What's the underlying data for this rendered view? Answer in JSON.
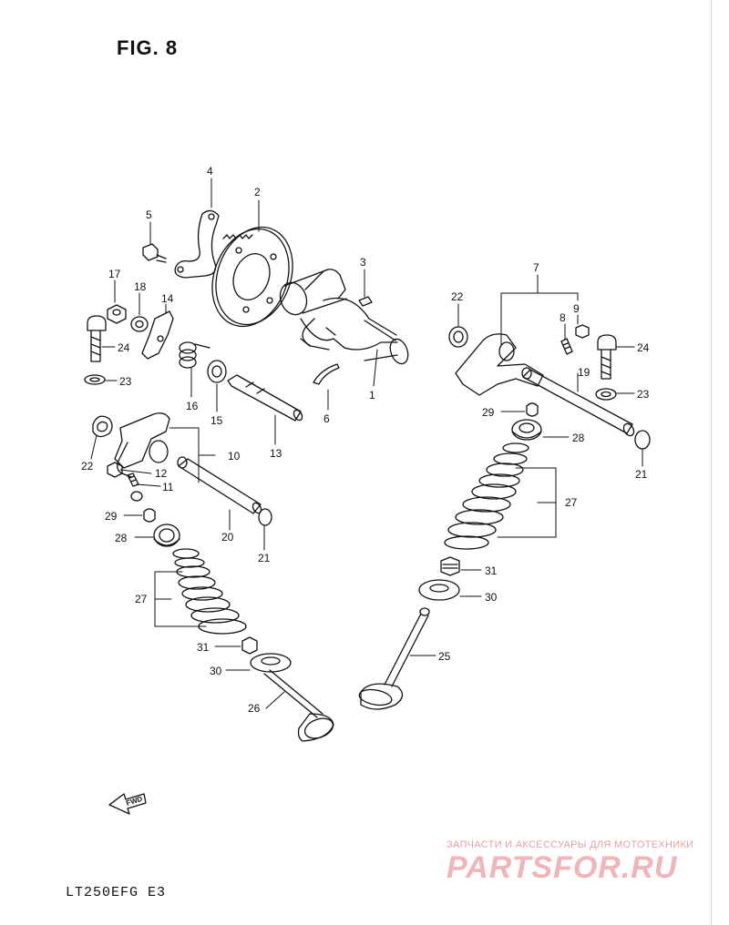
{
  "figure": {
    "title": "FIG. 8",
    "model": "LT250EFG  E3"
  },
  "fwd_label": "FWD",
  "watermark": {
    "tagline": "ЗАПЧАСТИ И АКСЕССУАРЫ ДЛЯ МОТОТЕХНИКИ",
    "brand": "PARTSFOR.RU"
  },
  "callouts": [
    {
      "id": "c1",
      "text": "1"
    },
    {
      "id": "c2",
      "text": "2"
    },
    {
      "id": "c3",
      "text": "3"
    },
    {
      "id": "c4",
      "text": "4"
    },
    {
      "id": "c5",
      "text": "5"
    },
    {
      "id": "c6",
      "text": "6"
    },
    {
      "id": "c7",
      "text": "7"
    },
    {
      "id": "c8",
      "text": "8"
    },
    {
      "id": "c9",
      "text": "9"
    },
    {
      "id": "c10",
      "text": "10"
    },
    {
      "id": "c11",
      "text": "11"
    },
    {
      "id": "c12",
      "text": "12"
    },
    {
      "id": "c13",
      "text": "13"
    },
    {
      "id": "c14",
      "text": "14"
    },
    {
      "id": "c15",
      "text": "15"
    },
    {
      "id": "c16",
      "text": "16"
    },
    {
      "id": "c17",
      "text": "17"
    },
    {
      "id": "c18",
      "text": "18"
    },
    {
      "id": "c19",
      "text": "19"
    },
    {
      "id": "c20",
      "text": "20"
    },
    {
      "id": "c21a",
      "text": "21"
    },
    {
      "id": "c21b",
      "text": "21"
    },
    {
      "id": "c22a",
      "text": "22"
    },
    {
      "id": "c22b",
      "text": "22"
    },
    {
      "id": "c23a",
      "text": "23"
    },
    {
      "id": "c23b",
      "text": "23"
    },
    {
      "id": "c24a",
      "text": "24"
    },
    {
      "id": "c24b",
      "text": "24"
    },
    {
      "id": "c25",
      "text": "25"
    },
    {
      "id": "c26",
      "text": "26"
    },
    {
      "id": "c27a",
      "text": "27"
    },
    {
      "id": "c27b",
      "text": "27"
    },
    {
      "id": "c28a",
      "text": "28"
    },
    {
      "id": "c28b",
      "text": "28"
    },
    {
      "id": "c29a",
      "text": "29"
    },
    {
      "id": "c29b",
      "text": "29"
    },
    {
      "id": "c30a",
      "text": "30"
    },
    {
      "id": "c30b",
      "text": "30"
    },
    {
      "id": "c31a",
      "text": "31"
    },
    {
      "id": "c31b",
      "text": "31"
    }
  ]
}
